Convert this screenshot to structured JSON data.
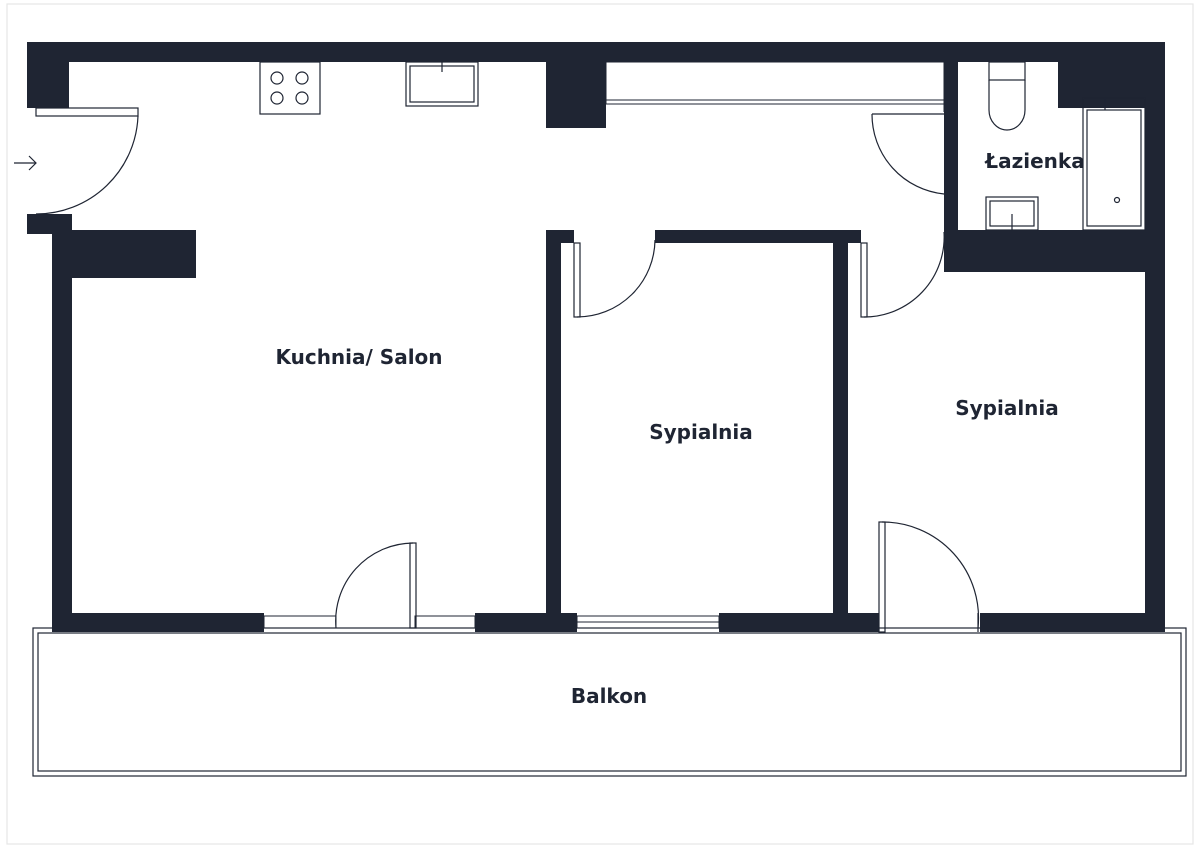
{
  "plan": {
    "colors": {
      "wall": "#1f2533",
      "line": "#1f2533",
      "background": "#ffffff",
      "frame": "#e6e6e6"
    },
    "rooms": {
      "living": "Kuchnia/ Salon",
      "bedroom_1": "Sypialnia",
      "bedroom_2": "Sypialnia",
      "bathroom": "Łazienka",
      "balcony": "Balkon"
    },
    "icons": [
      "entrance-arrow-icon",
      "stove-icon",
      "kitchen-sink-icon",
      "toilet-icon",
      "washbasin-icon",
      "bathtub-icon"
    ]
  }
}
